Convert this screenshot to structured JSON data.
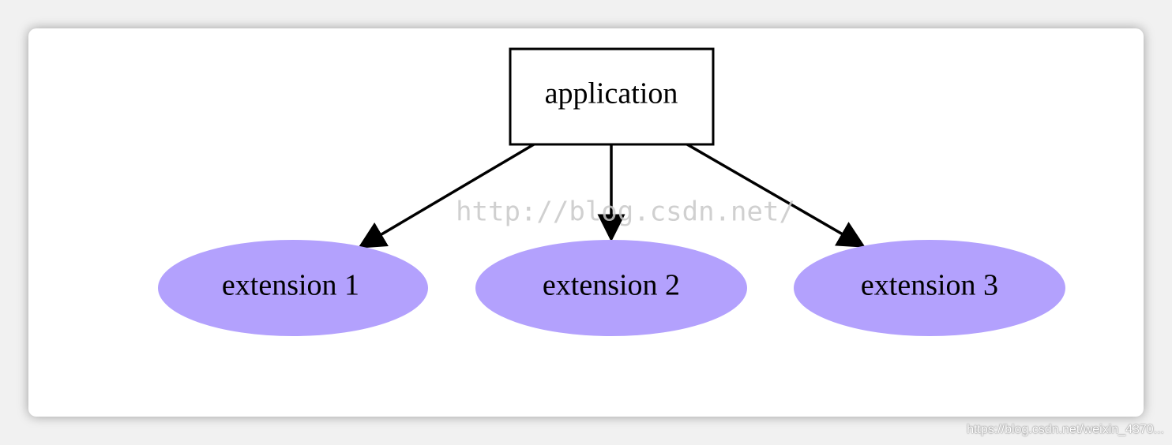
{
  "diagram": {
    "nodes": {
      "root": {
        "label": "application",
        "shape": "box"
      },
      "ext1": {
        "label": "extension 1",
        "shape": "ellipse"
      },
      "ext2": {
        "label": "extension 2",
        "shape": "ellipse"
      },
      "ext3": {
        "label": "extension 3",
        "shape": "ellipse"
      }
    },
    "edges": [
      {
        "from": "application",
        "to": "extension 1"
      },
      {
        "from": "application",
        "to": "extension 2"
      },
      {
        "from": "application",
        "to": "extension 3"
      }
    ],
    "colors": {
      "ellipse_fill": "#b3a1fd",
      "box_stroke": "#000000",
      "edge": "#000000"
    }
  },
  "watermark": {
    "center": "http://blog.csdn.net/",
    "corner": "https://blog.csdn.net/weixin_4370..."
  }
}
